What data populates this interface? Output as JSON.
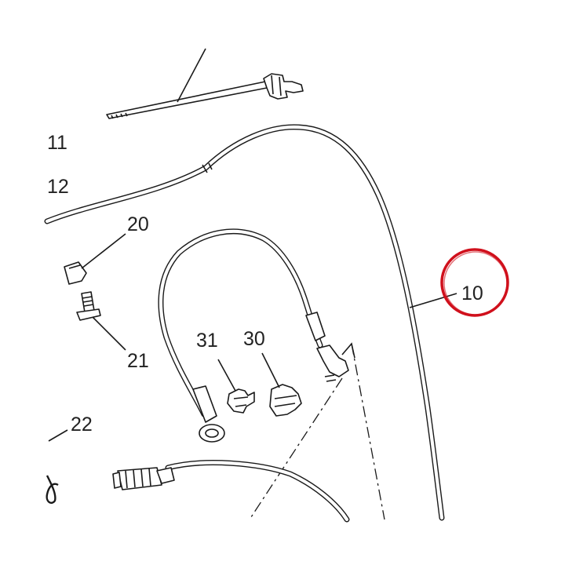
{
  "callouts": [
    {
      "id": "11",
      "label": "11"
    },
    {
      "id": "12",
      "label": "12"
    },
    {
      "id": "20",
      "label": "20"
    },
    {
      "id": "21",
      "label": "21"
    },
    {
      "id": "22",
      "label": "22"
    },
    {
      "id": "30",
      "label": "30"
    },
    {
      "id": "31",
      "label": "31"
    },
    {
      "id": "10",
      "label": "10"
    }
  ],
  "highlight": {
    "target": "10",
    "color": "#d0101c"
  },
  "colors": {
    "line": "#1a1a1a",
    "label": "#222222",
    "background": "#ffffff"
  }
}
